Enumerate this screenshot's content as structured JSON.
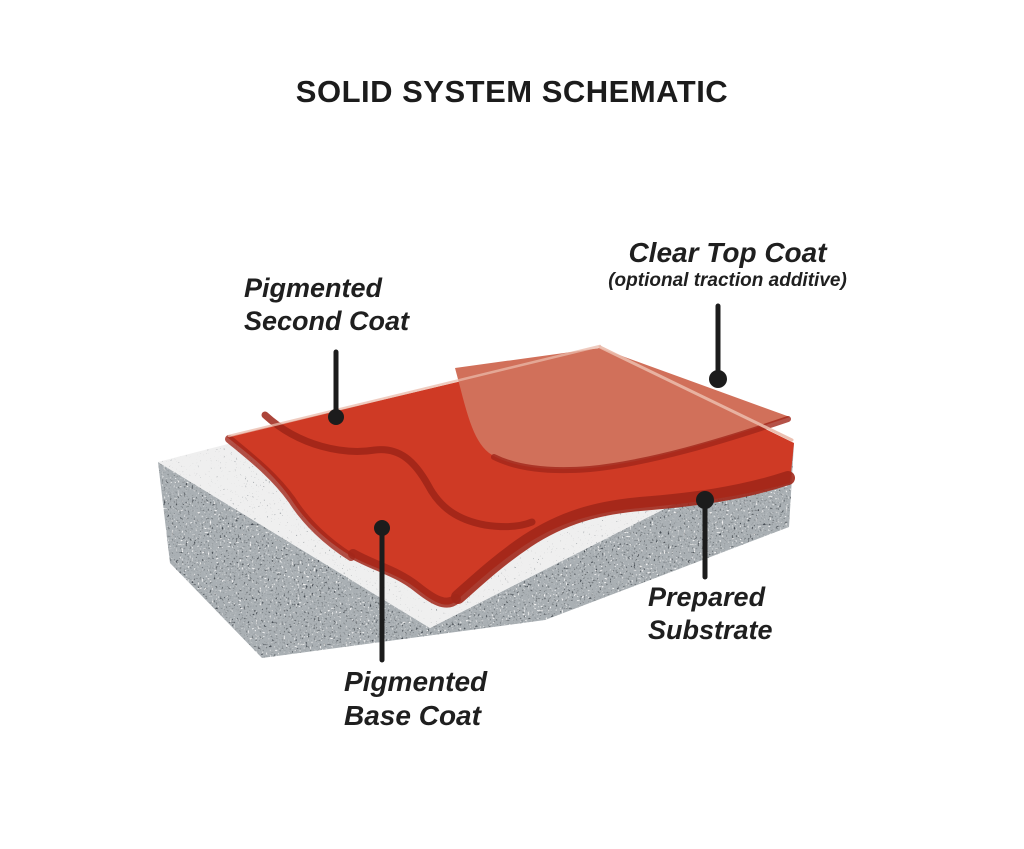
{
  "title": "SOLID SYSTEM SCHEMATIC",
  "labels": {
    "second_coat": {
      "line1": "Pigmented",
      "line2": "Second Coat"
    },
    "top_coat": {
      "line1": "Clear Top Coat",
      "line2": "(optional traction additive)"
    },
    "substrate": {
      "line1": "Prepared",
      "line2": "Substrate"
    },
    "base_coat": {
      "line1": "Pigmented",
      "line2": "Base Coat"
    }
  },
  "colors": {
    "label_text": "#1f1f1f",
    "leader_line": "#1c1c1c",
    "coat_red": "#cf3a25",
    "coat_red_dark": "#a1271a",
    "coat_red_shadow": "#9e2518",
    "clear_coat_salmon": "#d1705a",
    "edge_highlight": "#eab9a9",
    "concrete_top": "#efefef",
    "concrete_side": "#aab0b4"
  }
}
